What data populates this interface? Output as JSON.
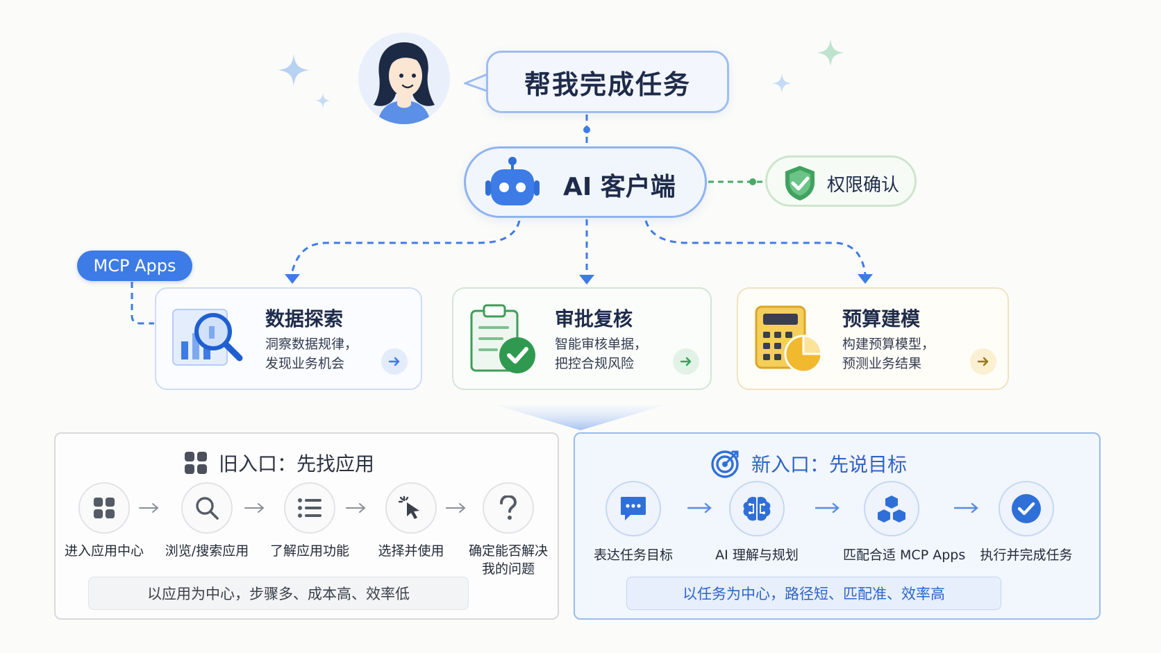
{
  "user_request": "帮我完成任务",
  "client": {
    "label": "AI 客户端"
  },
  "permission": {
    "label": "权限确认"
  },
  "mcp_badge": "MCP Apps",
  "cards": [
    {
      "title": "数据探索",
      "desc_line1": "洞察数据规律，",
      "desc_line2": "发现业务机会",
      "accent": "#3d7be6"
    },
    {
      "title": "审批复核",
      "desc_line1": "智能审核单据，",
      "desc_line2": "把控合规风险",
      "accent": "#35a45a"
    },
    {
      "title": "预算建模",
      "desc_line1": "构建预算模型，",
      "desc_line2": "预测业务结果",
      "accent": "#e8b531"
    }
  ],
  "old_entry": {
    "title": "旧入口：先找应用",
    "steps": [
      {
        "label": "进入应用中心",
        "icon": "grid-icon"
      },
      {
        "label": "浏览/搜索应用",
        "icon": "search-icon"
      },
      {
        "label": "了解应用功能",
        "icon": "list-icon"
      },
      {
        "label": "选择并使用",
        "icon": "cursor-icon"
      },
      {
        "label_line1": "确定能否解决",
        "label_line2": "我的问题",
        "icon": "question-icon"
      }
    ],
    "summary": "以应用为中心，步骤多、成本高、效率低"
  },
  "new_entry": {
    "title": "新入口：先说目标",
    "steps": [
      {
        "label": "表达任务目标",
        "icon": "chat-icon"
      },
      {
        "label": "AI 理解与规划",
        "icon": "brain-icon"
      },
      {
        "label": "匹配合适 MCP Apps",
        "icon": "cubes-icon"
      },
      {
        "label": "执行并完成任务",
        "icon": "check-icon"
      }
    ],
    "summary": "以任务为中心，路径短、匹配准、效率高"
  },
  "colors": {
    "primary": "#3d7be6",
    "green": "#35a45a",
    "yellow": "#e8b531",
    "dark_text": "#1e2b4a"
  }
}
